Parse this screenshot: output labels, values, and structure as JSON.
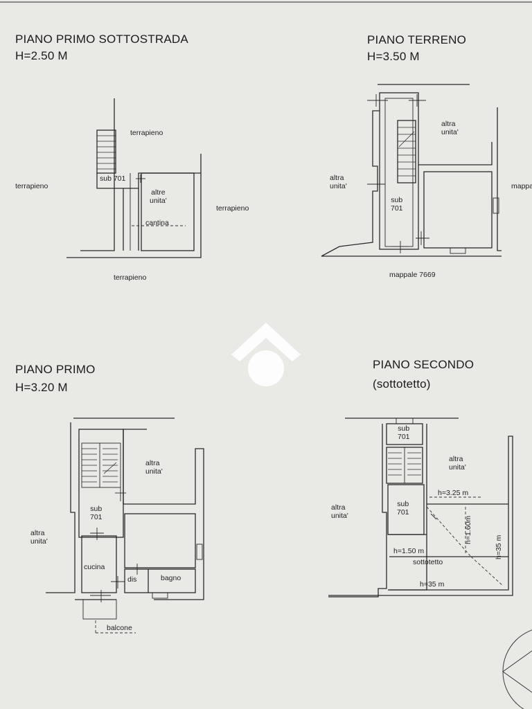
{
  "plans": {
    "piano_primo_sottostrada": {
      "title": "PIANO PRIMO SOTTOSTRADA",
      "height": "H=2.50 M",
      "labels": {
        "terrapieno_top": "terrapieno",
        "terrapieno_left": "terrapieno",
        "terrapieno_right": "terrapieno",
        "terrapieno_bottom": "terrapieno",
        "sub": "sub 701",
        "altre_unita": "altre\nunita'",
        "cantina": "cantina"
      }
    },
    "piano_terreno": {
      "title": "PIANO TERRENO",
      "height": "H=3.50 M",
      "labels": {
        "altra_unita_top": "altra\nunita'",
        "altra_unita_left": "altra\nunita'",
        "mappa_right": "mappa",
        "sub": "sub\n701",
        "mappale": "mappale 7669"
      }
    },
    "piano_primo": {
      "title": "PIANO PRIMO",
      "height": "H=3.20 M",
      "labels": {
        "altra_unita_top": "altra\nunita'",
        "altra_unita_left": "altra\nunita'",
        "sub": "sub\n701",
        "cucina": "cucina",
        "dis": "dis",
        "bagno": "bagno",
        "balcone": "balcone"
      }
    },
    "piano_secondo": {
      "title": "PIANO SECONDO",
      "subtitle": "(sottotetto)",
      "labels": {
        "sub_top": "sub\n701",
        "altra_unita_right": "altra\nunita'",
        "altra_unita_left": "altra\nunita'",
        "sub_mid": "sub\n701",
        "h_325": "h=3.25 m",
        "h_160": "h=1.60m",
        "h_150": "h=1.50 m",
        "sottotetto": "sottotetto",
        "h_35_right": "h=35 m",
        "h_35_bottom": "h=35 m"
      }
    }
  },
  "colors": {
    "paper": "#e9e9e6",
    "ink": "#2a2a2a",
    "logo": "#ffffff"
  },
  "icons": {
    "watermark": "house-roof-logo"
  }
}
